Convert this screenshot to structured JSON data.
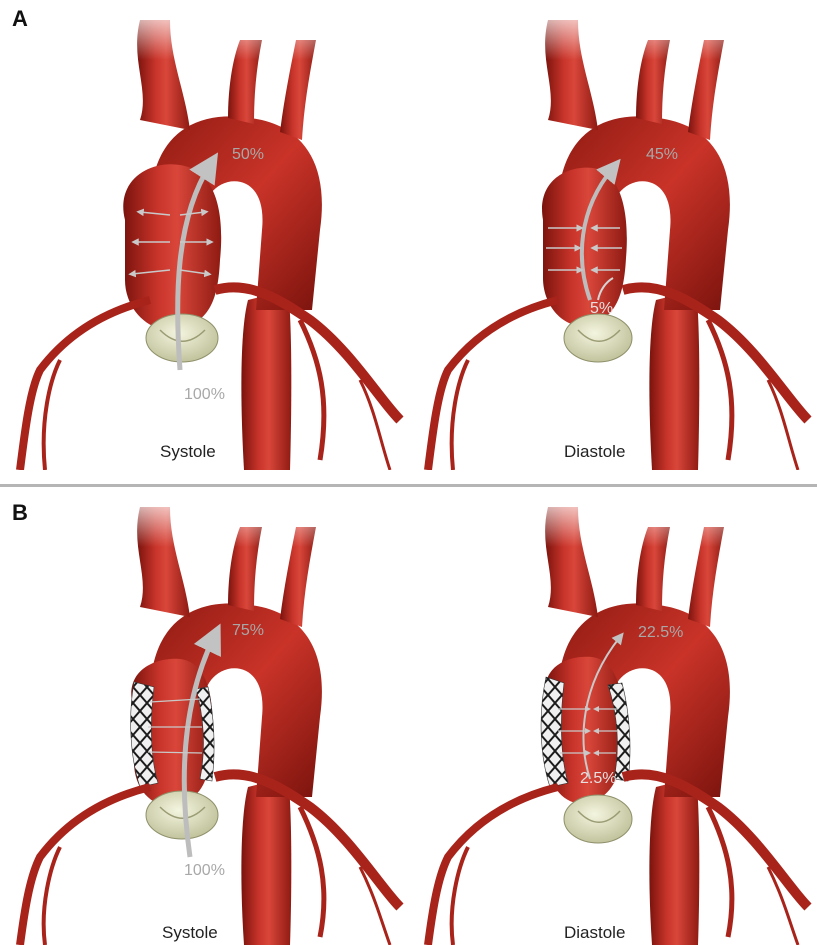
{
  "panels": [
    {
      "letter": "A",
      "left": {
        "phase": "Systole",
        "top_pct": "50%",
        "bottom_pct": "100%"
      },
      "right": {
        "phase": "Diastole",
        "top_pct": "45%",
        "inner_pct": "5%"
      }
    },
    {
      "letter": "B",
      "left": {
        "phase": "Systole",
        "top_pct": "75%",
        "bottom_pct": "100%"
      },
      "right": {
        "phase": "Diastole",
        "top_pct": "22.5%",
        "inner_pct": "2.5%"
      }
    }
  ],
  "colors": {
    "aorta": "#b8261c",
    "aorta_highlight": "#d9463a",
    "aorta_shadow": "#7a130d",
    "valve": "#e6e8c8",
    "arrow": "#b9b9b9",
    "divider": "#b5b5b5"
  }
}
